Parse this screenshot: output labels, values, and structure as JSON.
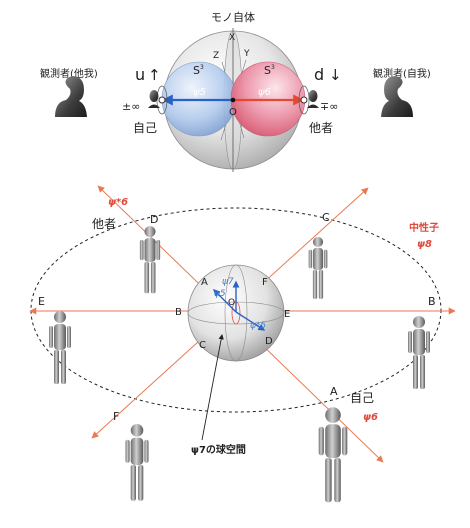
{
  "top": {
    "title": "モノ自体",
    "axis_x": "X",
    "axis_y": "Y",
    "axis_z": "Z",
    "sphere_left_label": "S",
    "sphere_left_sup": "3",
    "sphere_right_label": "S",
    "sphere_right_sup": "3",
    "psi_left": "ψ5",
    "psi_right": "ψ6",
    "origin": "O",
    "u_label": "u",
    "u_arrow": "↑",
    "d_label": "d",
    "d_arrow": "↓",
    "left_infinity": "±∞",
    "right_infinity": "∓∞",
    "self_label": "自己",
    "other_label": "他者",
    "observer_left": "観測者(他我)",
    "observer_right": "観測者(自我)"
  },
  "bottom": {
    "psi_star6": "ψ*6",
    "other_label": "他者",
    "neutral_label": "中性子",
    "neutral_psi": "ψ8",
    "self_label": "自己",
    "psi6": "ψ6",
    "psi7": "ψ7",
    "psi5": "ψ5",
    "psi_star5": "ψ*5",
    "origin": "O",
    "point_d_top": "D",
    "point_c_top": "C",
    "point_e_left": "E",
    "point_b_right": "B",
    "point_f_bottom": "F",
    "point_a_bottom": "A",
    "inner_a": "A",
    "inner_f": "F",
    "inner_b": "B",
    "inner_e": "E",
    "inner_c": "C",
    "inner_d": "D",
    "caption": "ψ7の球空間"
  },
  "colors": {
    "blue_sphere": "#9fbce3",
    "red_sphere": "#e8839a",
    "arrow_blue": "#2a62c4",
    "arrow_red": "#e64a2e",
    "orange_line": "#e87a52",
    "text_red": "#e04a3a",
    "text_blue": "#4a7fc8"
  }
}
